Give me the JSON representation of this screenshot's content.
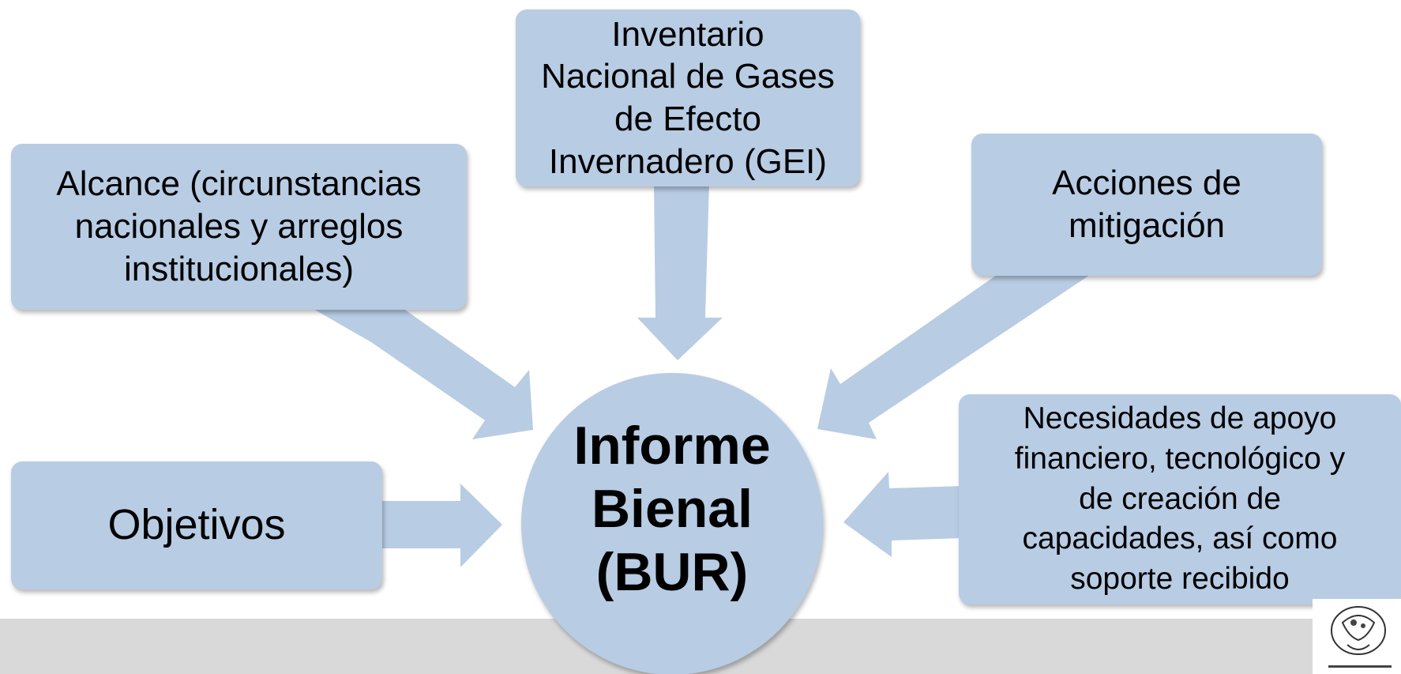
{
  "diagram": {
    "center": {
      "label": "Informe\nBienal\n(BUR)"
    },
    "boxes": {
      "inventario": {
        "label": "Inventario\nNacional de Gases\nde Efecto\nInvernadero (GEI)"
      },
      "alcance": {
        "label": "Alcance (circunstancias\nnacionales y arreglos\ninstitucionales)"
      },
      "acciones": {
        "label": "Acciones de\nmitigación"
      },
      "objetivos": {
        "label": "Objetivos"
      },
      "necesidades": {
        "label": "Necesidades de apoyo\nfinanciero, tecnológico y\nde creación de\ncapacidades, así como\nsoporte recibido"
      }
    },
    "colors": {
      "shape_fill": "#b8cce4",
      "footer_band": "#d9d9d9",
      "text": "#000000"
    },
    "icons": {
      "seal": "mexican-coat-of-arms-seal-icon"
    }
  }
}
